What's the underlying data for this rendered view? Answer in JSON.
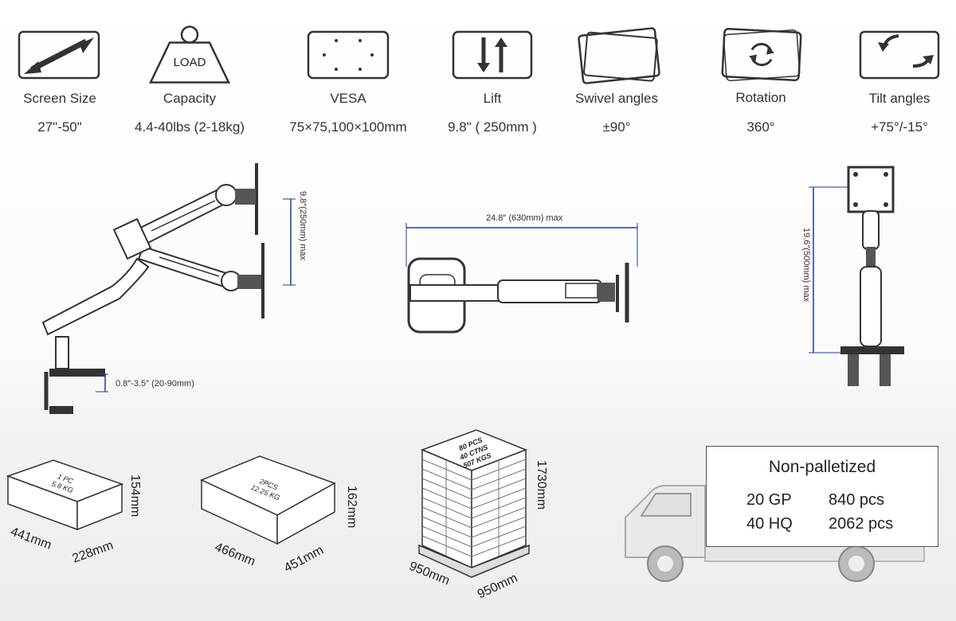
{
  "specs": [
    {
      "icon": "diagonal-arrow-icon",
      "label": "Screen Size",
      "value": "27\"-50\""
    },
    {
      "icon": "weight-icon",
      "icon_text": "LOAD",
      "label": "Capacity",
      "value": "4.4-40lbs (2-18kg)"
    },
    {
      "icon": "vesa-pattern-icon",
      "label": "VESA",
      "value": "75×75,100×100mm"
    },
    {
      "icon": "up-down-arrows-icon",
      "label": "Lift",
      "value": "9.8\" ( 250mm )"
    },
    {
      "icon": "swivel-frames-icon",
      "label": "Swivel angles",
      "value": "±90°"
    },
    {
      "icon": "rotation-icon",
      "label": "Rotation",
      "value": "360°"
    },
    {
      "icon": "tilt-arrows-icon",
      "label": "Tilt angles",
      "value": "+75°/-15°"
    }
  ],
  "dimensions": {
    "lift": "9.8″(250mm) max",
    "clamp": "0.8″-3.5″ (20-90mm)",
    "reach": "24.8″ (630mm) max",
    "height": "19.6″(500mm) max"
  },
  "packaging": [
    {
      "text1": "1 PC",
      "text2": "5.8 KG",
      "length": "441mm",
      "width": "228mm",
      "height": "154mm"
    },
    {
      "text1": "2PCS",
      "text2": "12.25 KG",
      "length": "466mm",
      "width": "451mm",
      "height": "162mm"
    }
  ],
  "pallet": {
    "text1": "80 PCS",
    "text2": "40 CTNS",
    "text3": "507 KGS",
    "length": "950mm",
    "width": "950mm",
    "height": "1730mm"
  },
  "shipping": {
    "title": "Non-palletized",
    "rows": [
      {
        "container": "20 GP",
        "qty": "840 pcs"
      },
      {
        "container": "40 HQ",
        "qty": "2062 pcs"
      }
    ]
  },
  "colors": {
    "dimension_line": "#1c3f8f",
    "outline": "#333333"
  }
}
